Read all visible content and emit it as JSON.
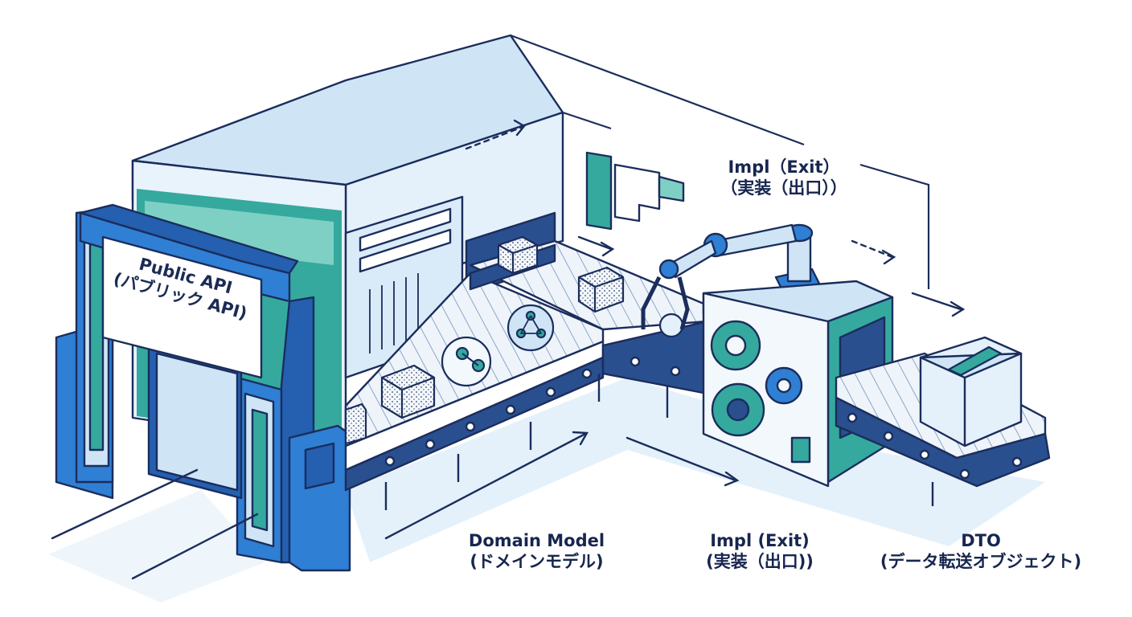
{
  "labels": {
    "public_api": {
      "en": "Public API",
      "ja": "(パブリック API)"
    },
    "impl_top": {
      "en": "Impl（Exit）",
      "ja": "（実装（出口））"
    },
    "domain_model": {
      "en": "Domain Model",
      "ja": "(ドメインモデル)"
    },
    "impl_bottom": {
      "en": "Impl (Exit)",
      "ja": "(実装（出口))"
    },
    "dto": {
      "en": "DTO",
      "ja": "(データ転送オブジェクト)"
    }
  },
  "colors": {
    "line": "#1b2d5c",
    "blue": "#2f7fd4",
    "blue_dark": "#245fb0",
    "light_blue": "#cfe5f6",
    "pale_blue": "#e4f1fb",
    "teal": "#35a99e",
    "teal_light": "#7fd0c4",
    "belt_dark": "#2a4f8f"
  }
}
